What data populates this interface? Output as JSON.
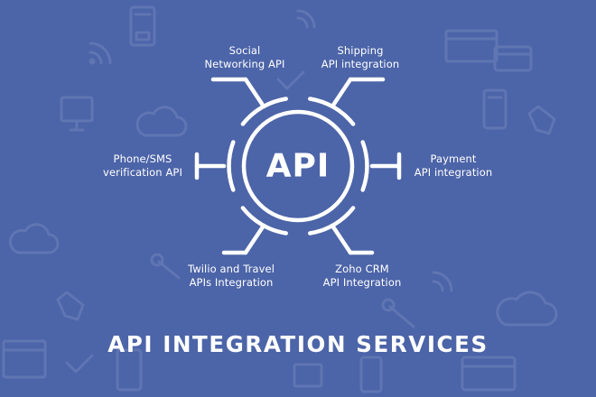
{
  "hub": {
    "label": "API"
  },
  "nodes": [
    {
      "line1": "Social",
      "line2": "Networking API"
    },
    {
      "line1": "Shipping",
      "line2": "API integration"
    },
    {
      "line1": "Payment",
      "line2": "API integration"
    },
    {
      "line1": "Zoho CRM",
      "line2": "API Integration"
    },
    {
      "line1": "Twilio and Travel",
      "line2": "APIs Integration"
    },
    {
      "line1": "Phone/SMS",
      "line2": "verification API"
    }
  ],
  "title": "API INTEGRATION SERVICES",
  "colors": {
    "background": "#4c64a8",
    "foreground": "#ffffff",
    "watermark_icons": "#5f76b3"
  },
  "background_icons": [
    "mobile-phone-icon",
    "wifi-icon",
    "laptop-icon",
    "cloud-icon",
    "browser-window-icon",
    "credit-card-icon",
    "checkmark-icon",
    "hand-cursor-icon",
    "wrench-icon",
    "tablet-icon"
  ]
}
